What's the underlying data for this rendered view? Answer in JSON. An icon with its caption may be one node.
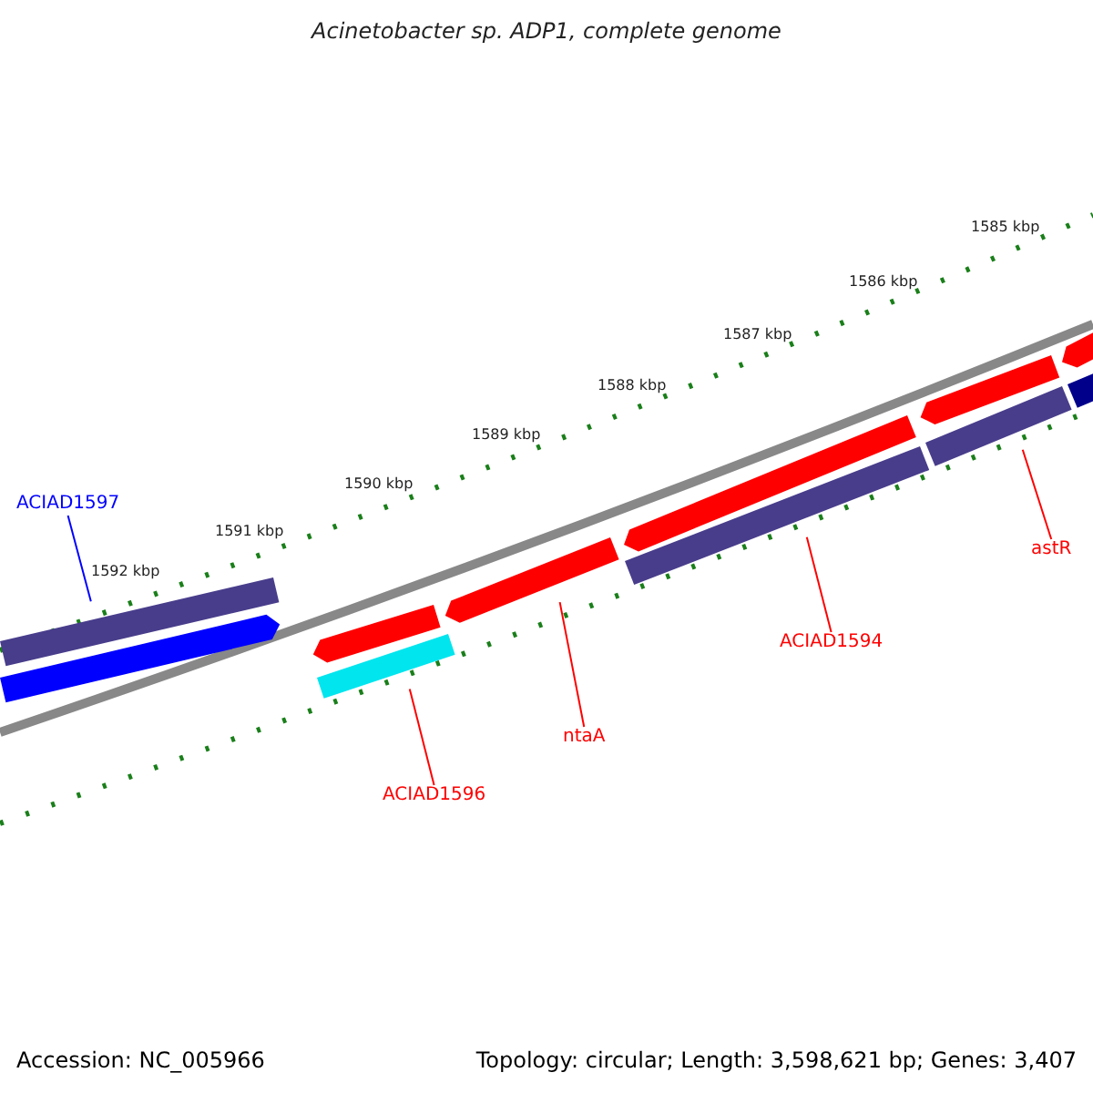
{
  "diagram": {
    "title": "Acinetobacter sp. ADP1, complete genome",
    "nodes": [
      {
        "text": [
          "ACIAD1597"
        ]
      },
      {
        "text": [],
        "shape": "bar"
      },
      {
        "text": [
          "ACIAD1596"
        ]
      },
      {
        "text": [],
        "shape": "bar"
      },
      {
        "text": [
          "ntaA"
        ]
      },
      {
        "text": [],
        "shape": "bar"
      },
      {
        "text": [
          "ACIAD1594"
        ]
      },
      {
        "text": [],
        "shape": "bar"
      },
      {
        "text": [
          "astR"
        ]
      },
      {
        "text": [],
        "shape": "bar"
      },
      {
        "text": [],
        "shape": "bar"
      },
      {
        "text": [],
        "shape": "bar"
      },
      {
        "text": [],
        "shape": "bar"
      },
      {
        "text": [],
        "shape": "bar"
      },
      {
        "text": [],
        "shape": "bar"
      },
      {
        "text": [],
        "shape": "bar"
      }
    ],
    "edges": [
      {
        "from": 0,
        "to": 1,
        "arrow": "none",
        "color": "#0000ff"
      },
      {
        "from": 2,
        "to": 3,
        "arrow": "none"
      },
      {
        "from": 4,
        "to": 5,
        "arrow": "none"
      },
      {
        "from": 6,
        "to": 7,
        "arrow": "none"
      },
      {
        "from": 8,
        "to": 9,
        "arrow": "none"
      }
    ],
    "labels": [
      "1585 kbp",
      "1586 kbp",
      "1587 kbp",
      "1588 kbp",
      "1589 kbp",
      "1590 kbp",
      "1591 kbp",
      "1592 kbp",
      "Accession: NC_005966",
      "Topology: circular; Length: 3,598,621 bp; Genes: 3,407"
    ]
  }
}
